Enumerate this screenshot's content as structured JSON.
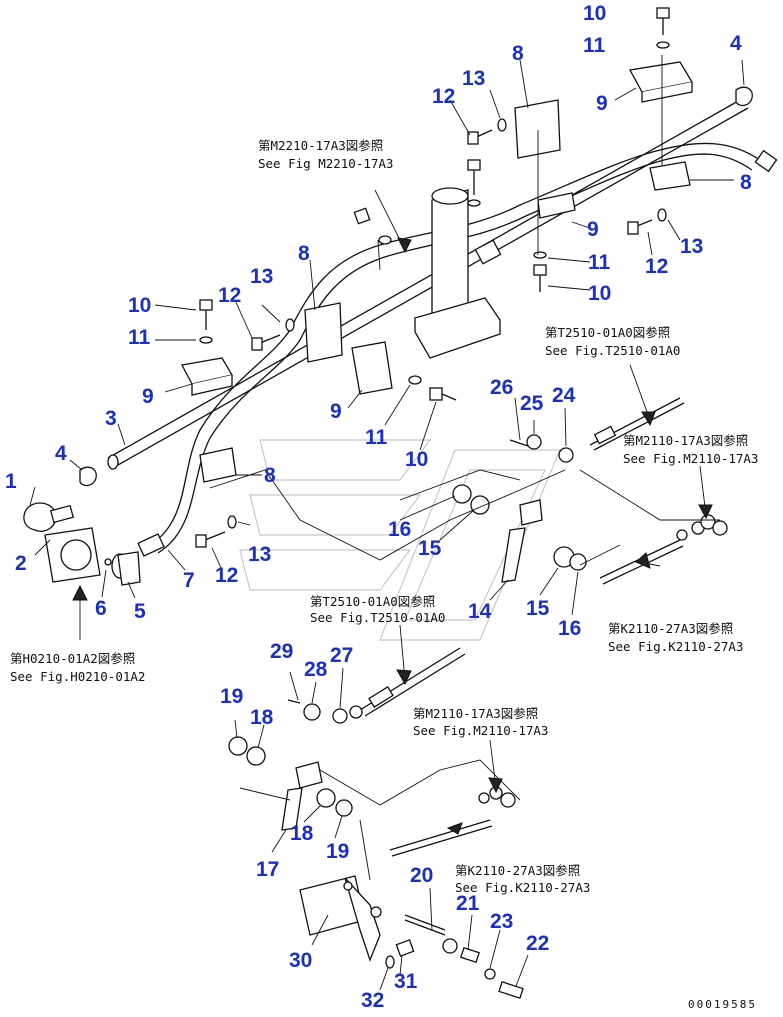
{
  "parts": [
    {
      "id": "p1",
      "label": "1"
    },
    {
      "id": "p2",
      "label": "2"
    },
    {
      "id": "p3",
      "label": "3"
    },
    {
      "id": "p4a",
      "label": "4"
    },
    {
      "id": "p4b",
      "label": "4"
    },
    {
      "id": "p5",
      "label": "5"
    },
    {
      "id": "p6",
      "label": "6"
    },
    {
      "id": "p7",
      "label": "7"
    },
    {
      "id": "p8a",
      "label": "8"
    },
    {
      "id": "p8b",
      "label": "8"
    },
    {
      "id": "p8c",
      "label": "8"
    },
    {
      "id": "p8d",
      "label": "8"
    },
    {
      "id": "p9a",
      "label": "9"
    },
    {
      "id": "p9b",
      "label": "9"
    },
    {
      "id": "p9c",
      "label": "9"
    },
    {
      "id": "p9d",
      "label": "9"
    },
    {
      "id": "p10a",
      "label": "10"
    },
    {
      "id": "p10b",
      "label": "10"
    },
    {
      "id": "p10c",
      "label": "10"
    },
    {
      "id": "p10d",
      "label": "10"
    },
    {
      "id": "p11a",
      "label": "11"
    },
    {
      "id": "p11b",
      "label": "11"
    },
    {
      "id": "p11c",
      "label": "11"
    },
    {
      "id": "p11d",
      "label": "11"
    },
    {
      "id": "p12a",
      "label": "12"
    },
    {
      "id": "p12b",
      "label": "12"
    },
    {
      "id": "p12c",
      "label": "12"
    },
    {
      "id": "p12d",
      "label": "12"
    },
    {
      "id": "p13a",
      "label": "13"
    },
    {
      "id": "p13b",
      "label": "13"
    },
    {
      "id": "p13c",
      "label": "13"
    },
    {
      "id": "p13d",
      "label": "13"
    },
    {
      "id": "p14",
      "label": "14"
    },
    {
      "id": "p15a",
      "label": "15"
    },
    {
      "id": "p15b",
      "label": "15"
    },
    {
      "id": "p16a",
      "label": "16"
    },
    {
      "id": "p16b",
      "label": "16"
    },
    {
      "id": "p17",
      "label": "17"
    },
    {
      "id": "p18a",
      "label": "18"
    },
    {
      "id": "p18b",
      "label": "18"
    },
    {
      "id": "p19a",
      "label": "19"
    },
    {
      "id": "p19b",
      "label": "19"
    },
    {
      "id": "p20",
      "label": "20"
    },
    {
      "id": "p21",
      "label": "21"
    },
    {
      "id": "p22",
      "label": "22"
    },
    {
      "id": "p23",
      "label": "23"
    },
    {
      "id": "p24",
      "label": "24"
    },
    {
      "id": "p25",
      "label": "25"
    },
    {
      "id": "p26",
      "label": "26"
    },
    {
      "id": "p27",
      "label": "27"
    },
    {
      "id": "p28",
      "label": "28"
    },
    {
      "id": "p29",
      "label": "29"
    },
    {
      "id": "p30",
      "label": "30"
    },
    {
      "id": "p31",
      "label": "31"
    },
    {
      "id": "p32",
      "label": "32"
    }
  ],
  "references": {
    "m2210_jp": "第M2210-17A3図参照",
    "m2210_en": "See Fig M2210-17A3",
    "t2510a_jp": "第T2510-01A0図参照",
    "t2510a_en": "See Fig.T2510-01A0",
    "m2110a_jp": "第M2110-17A3図参照",
    "m2110a_en": "See Fig.M2110-17A3",
    "k2110a_jp": "第K2110-27A3図参照",
    "k2110a_en": "See Fig.K2110-27A3",
    "h0210_jp": "第H0210-01A2図参照",
    "h0210_en": "See Fig.H0210-01A2",
    "t2510b_jp": "第T2510-01A0図参照",
    "t2510b_en": "See Fig.T2510-01A0",
    "m2110b_jp": "第M2110-17A3図参照",
    "m2110b_en": "See Fig.M2110-17A3",
    "k2110b_jp": "第K2110-27A3図参照",
    "k2110b_en": "See Fig.K2110-27A3"
  },
  "doc_id": "00019585",
  "colors": {
    "label": "#1a2fc8",
    "line": "#111111",
    "watermark": "#c8c8c8"
  }
}
